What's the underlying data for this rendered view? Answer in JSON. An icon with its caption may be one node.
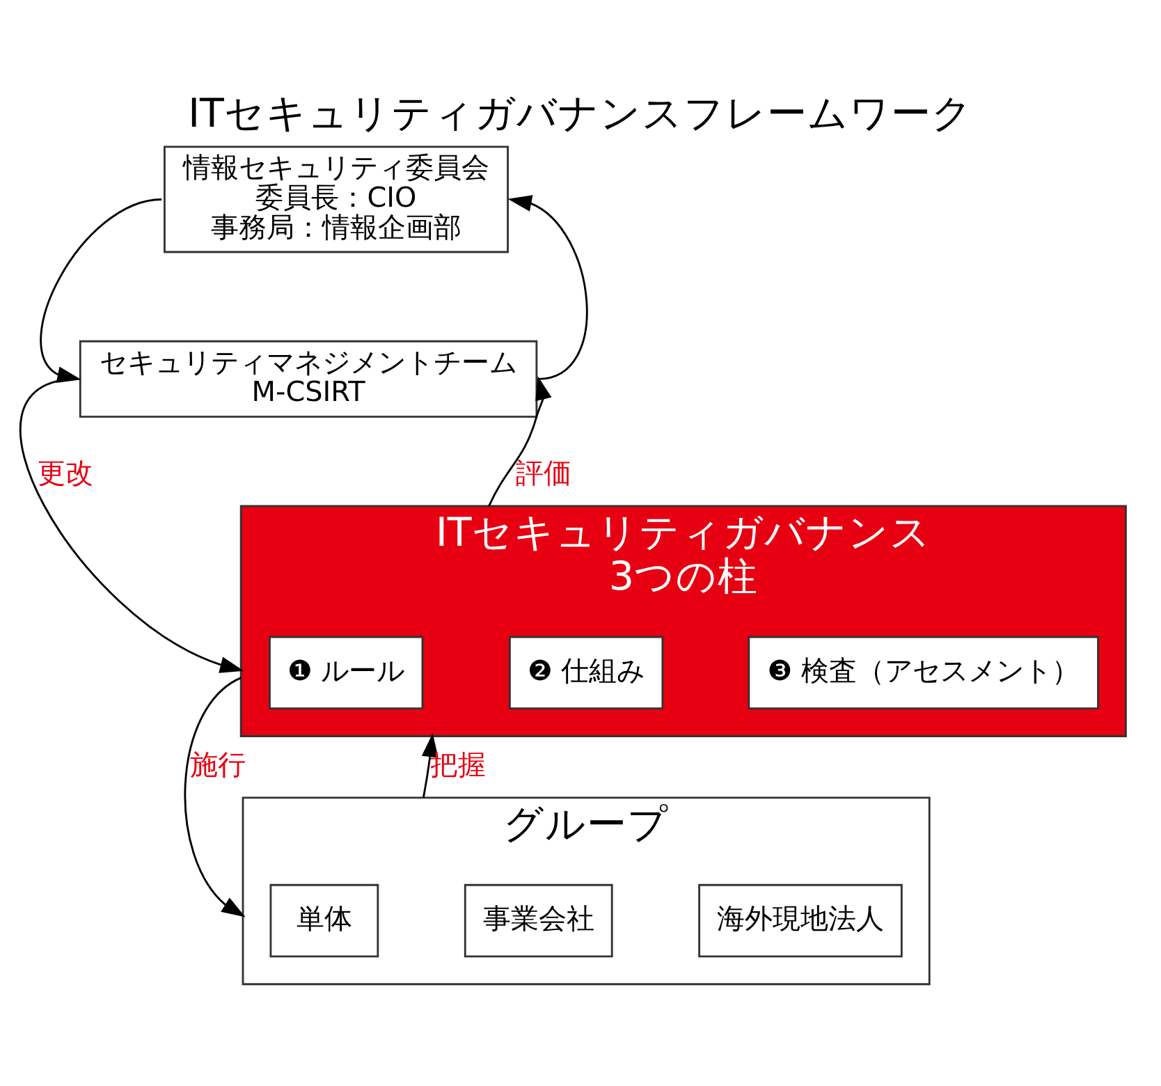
{
  "diagram": {
    "title": "ITセキュリティガバナンスフレームワーク",
    "nodes": [
      {
        "text": [
          "情報セキュリティ委員会",
          "委員長：CIO",
          "事務局：情報企画部"
        ]
      },
      {
        "text": [
          "セキュリティマネジメントチーム",
          "M-CSIRT"
        ]
      },
      {
        "text": [
          "ITセキュリティガバナンス",
          "3つの柱"
        ]
      },
      {
        "text": [
          "❶ ルール"
        ],
        "in": 2
      },
      {
        "text": [
          "❷ 仕組み"
        ],
        "in": 2
      },
      {
        "text": [
          "❸ 検査（アセスメント）"
        ],
        "in": 2
      },
      {
        "text": [
          "グループ"
        ]
      },
      {
        "text": [
          "単体"
        ],
        "in": 6
      },
      {
        "text": [
          "事業会社"
        ],
        "in": 6
      },
      {
        "text": [
          "海外現地法人"
        ],
        "in": 6
      }
    ],
    "edges": [
      {
        "from": 0,
        "to": 1,
        "arrow": "to"
      },
      {
        "from": 1,
        "to": 0,
        "arrow": "to"
      },
      {
        "from": 1,
        "to": 2,
        "arrow": "to",
        "label": "更改"
      },
      {
        "from": 2,
        "to": 1,
        "arrow": "to",
        "label": "評価"
      },
      {
        "from": 2,
        "to": 6,
        "arrow": "to",
        "label": "施行"
      },
      {
        "from": 6,
        "to": 2,
        "arrow": "to",
        "label": "把握"
      }
    ]
  }
}
